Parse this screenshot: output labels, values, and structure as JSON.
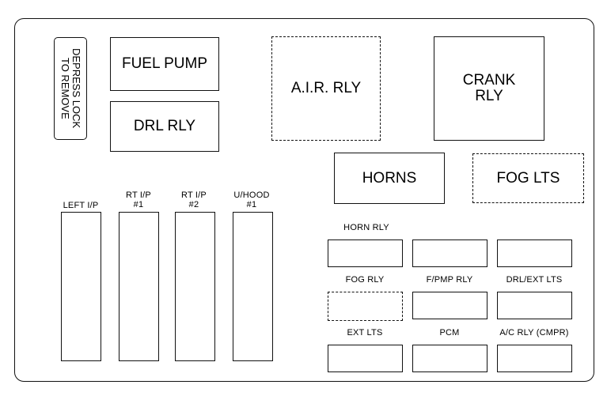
{
  "labels": {
    "depress_lock": "DEPRESS LOCK",
    "to_remove": "TO REMOVE",
    "fuel_pump": "FUEL PUMP",
    "drl_rly": "DRL RLY",
    "air_rly": "A.I.R. RLY",
    "crank": "CRANK",
    "rly": "RLY",
    "horns": "HORNS",
    "fog_lts": "FOG LTS",
    "left_ip": "LEFT I/P",
    "rt_ip": "RT I/P",
    "num1": "#1",
    "num2": "#2",
    "u_hood": "U/HOOD",
    "horn_rly": "HORN RLY",
    "fog_rly": "FOG RLY",
    "fpmp_rly": "F/PMP RLY",
    "drl_ext_lts": "DRL/EXT LTS",
    "ext_lts": "EXT LTS",
    "pcm": "PCM",
    "ac_rly_cmpr": "A/C RLY (CMPR)"
  }
}
